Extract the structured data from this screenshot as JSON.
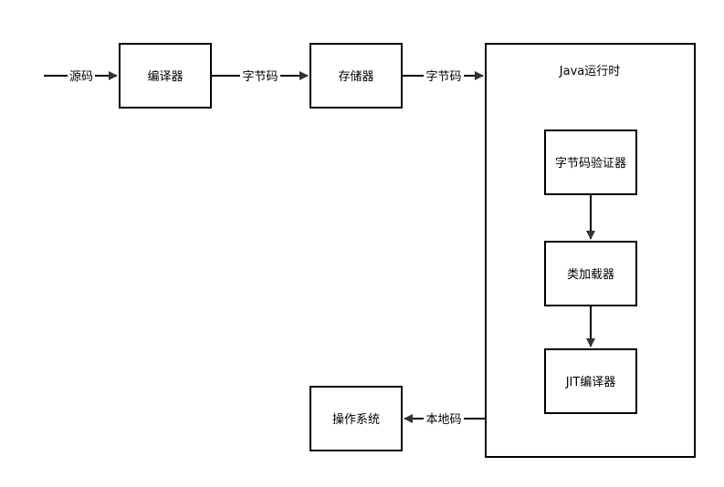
{
  "nodes": {
    "source_label": "源码",
    "compiler": "编译器",
    "storage": "存储器",
    "runtime": "Java运行时",
    "verifier": "字节码验证器",
    "classloader": "类加载器",
    "jit": "JIT编译器",
    "os": "操作系统"
  },
  "edges": {
    "compiler_to_storage": "字节码",
    "storage_to_runtime": "字节码",
    "runtime_to_os": "本地码"
  }
}
